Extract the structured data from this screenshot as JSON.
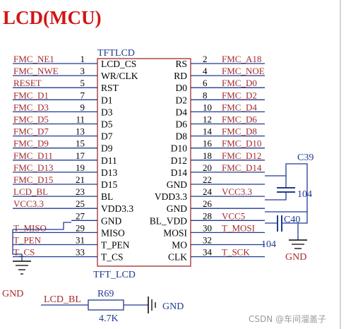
{
  "title": "LCD(MCU)",
  "colors": {
    "title": "#d21414",
    "net": "#a52a2a",
    "wire": "#1f3a93",
    "body": "#000000",
    "pin": "#a52a2a"
  },
  "component": {
    "ref": "TFTLCD",
    "value": "TFT_LCD"
  },
  "left_pins": [
    {
      "net": "FMC_NE1",
      "num": "1",
      "name": "LCD_CS"
    },
    {
      "net": "FMC_NWE",
      "num": "3",
      "name": "WR/CLK"
    },
    {
      "net": "RESET",
      "num": "5",
      "name": "RST"
    },
    {
      "net": "FMC_D1",
      "num": "7",
      "name": "D1"
    },
    {
      "net": "FMC_D3",
      "num": "9",
      "name": "D3"
    },
    {
      "net": "FMC_D5",
      "num": "11",
      "name": "D5"
    },
    {
      "net": "FMC_D7",
      "num": "13",
      "name": "D7"
    },
    {
      "net": "FMC_D9",
      "num": "15",
      "name": "D9"
    },
    {
      "net": "FMC_D11",
      "num": "17",
      "name": "D11"
    },
    {
      "net": "FMC_D13",
      "num": "19",
      "name": "D13"
    },
    {
      "net": "FMC_D15",
      "num": "21",
      "name": "D15"
    },
    {
      "net": "LCD_BL",
      "num": "23",
      "name": "BL"
    },
    {
      "net": "VCC3.3",
      "num": "25",
      "name": "VDD3.3"
    },
    {
      "net": "",
      "num": "27",
      "name": "GND"
    },
    {
      "net": "T_MISO",
      "num": "29",
      "name": "MISO"
    },
    {
      "net": "T_PEN",
      "num": "31",
      "name": "T_PEN"
    },
    {
      "net": "T_CS",
      "num": "33",
      "name": "T_CS"
    }
  ],
  "right_pins": [
    {
      "net": "FMC_A18",
      "num": "2",
      "name": "RS"
    },
    {
      "net": "FMC_NOE",
      "num": "4",
      "name": "RD"
    },
    {
      "net": "FMC_D0",
      "num": "6",
      "name": "D0"
    },
    {
      "net": "FMC_D2",
      "num": "8",
      "name": "D2"
    },
    {
      "net": "FMC_D4",
      "num": "10",
      "name": "D4"
    },
    {
      "net": "FMC_D6",
      "num": "12",
      "name": "D6"
    },
    {
      "net": "FMC_D8",
      "num": "14",
      "name": "D8"
    },
    {
      "net": "FMC_D10",
      "num": "16",
      "name": "D10"
    },
    {
      "net": "FMC_D12",
      "num": "18",
      "name": "D12"
    },
    {
      "net": "FMC_D14",
      "num": "20",
      "name": "D14"
    },
    {
      "net": "",
      "num": "22",
      "name": "GND"
    },
    {
      "net": "VCC3.3",
      "num": "24",
      "name": "VDD3.3"
    },
    {
      "net": "",
      "num": "26",
      "name": "GND"
    },
    {
      "net": "VCC5",
      "num": "28",
      "name": "BL_VDD"
    },
    {
      "net": "T_MOSI",
      "num": "30",
      "name": "MOSI"
    },
    {
      "net": "",
      "num": "32",
      "name": "MO"
    },
    {
      "net": "T_SCK",
      "num": "34",
      "name": "CLK"
    }
  ],
  "capacitors": [
    {
      "ref": "C39",
      "value": "104"
    },
    {
      "ref": "C40",
      "value": "104"
    }
  ],
  "resistor": {
    "ref": "R69",
    "value": "4.7K",
    "net": "LCD_BL"
  },
  "gnd_label": "GND",
  "watermark": "CSDN @车间溜盖子"
}
